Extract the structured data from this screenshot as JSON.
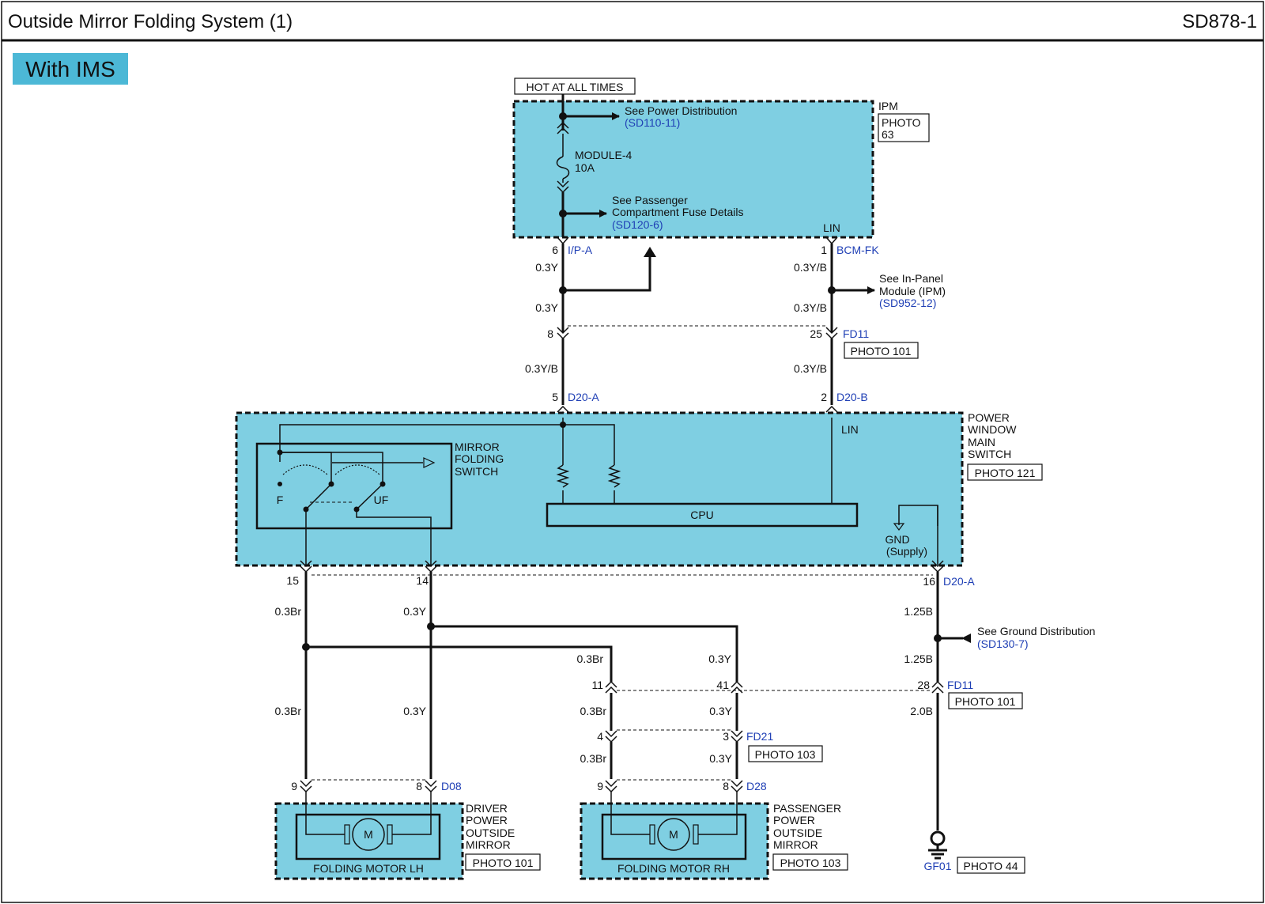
{
  "header": {
    "title": "Outside Mirror Folding System (1)",
    "code": "SD878-1"
  },
  "badge": "With IMS",
  "hot_label": "HOT AT ALL TIMES",
  "ipm": {
    "name": "IPM",
    "photo_line1": "PHOTO",
    "photo_line2": "63",
    "see_power_1": "See Power Distribution",
    "see_power_ref": "(SD110-11)",
    "fuse_name": "MODULE-4",
    "fuse_rating": "10A",
    "see_pass_1": "See Passenger",
    "see_pass_2": "Compartment Fuse Details",
    "see_pass_ref": "(SD120-6)",
    "lin": "LIN"
  },
  "connectors": {
    "ipa_pin": "6",
    "ipa": "I/P-A",
    "bcm_pin": "1",
    "bcm": "BCM-FK",
    "fd11_pin_a": "8",
    "fd11_pin_b": "25",
    "fd11": "FD11",
    "fd11_photo": "PHOTO 101",
    "d20a_pin5": "5",
    "d20a": "D20-A",
    "d20b_pin2": "2",
    "d20b": "D20-B",
    "d20a_pin15": "15",
    "d20a_pin14": "14",
    "d20a_pin16": "16",
    "d20a_bottom": "D20-A",
    "fd11_b_pin11": "11",
    "fd11_b_pin41": "41",
    "fd11_b_pin28": "28",
    "fd11_b": "FD11",
    "fd11_b_photo": "PHOTO 101",
    "fd21_pin4": "4",
    "fd21_pin3": "3",
    "fd21": "FD21",
    "fd21_photo": "PHOTO 103",
    "d08_pin9": "9",
    "d08_pin8": "8",
    "d08": "D08",
    "d28_pin9": "9",
    "d28_pin8": "8",
    "d28": "D28"
  },
  "wires": {
    "w_03y": "0.3Y",
    "w_03yb": "0.3Y/B",
    "w_03br": "0.3Br",
    "w_125b": "1.25B",
    "w_20b": "2.0B"
  },
  "in_panel": {
    "line1": "See In-Panel",
    "line2": "Module (IPM)",
    "ref": "(SD952-12)"
  },
  "pwms": {
    "line1": "POWER",
    "line2": "WINDOW",
    "line3": "MAIN",
    "line4": "SWITCH",
    "photo": "PHOTO 121",
    "lin": "LIN",
    "cpu": "CPU",
    "gnd1": "GND",
    "gnd2": "(Supply)"
  },
  "mirror_switch": {
    "line1": "MIRROR",
    "line2": "FOLDING",
    "line3": "SWITCH",
    "pos_f": "F",
    "pos_uf": "UF"
  },
  "ground": {
    "see1": "See Ground Distribution",
    "ref": "(SD130-7)",
    "gf": "GF01",
    "gf_photo": "PHOTO 44"
  },
  "driver_mirror": {
    "line1": "DRIVER",
    "line2": "POWER",
    "line3": "OUTSIDE",
    "line4": "MIRROR",
    "photo": "PHOTO 101",
    "motor": "FOLDING MOTOR LH",
    "m": "M"
  },
  "passenger_mirror": {
    "line1": "PASSENGER",
    "line2": "POWER",
    "line3": "OUTSIDE",
    "line4": "MIRROR",
    "photo": "PHOTO 103",
    "motor": "FOLDING MOTOR RH",
    "m": "M"
  }
}
